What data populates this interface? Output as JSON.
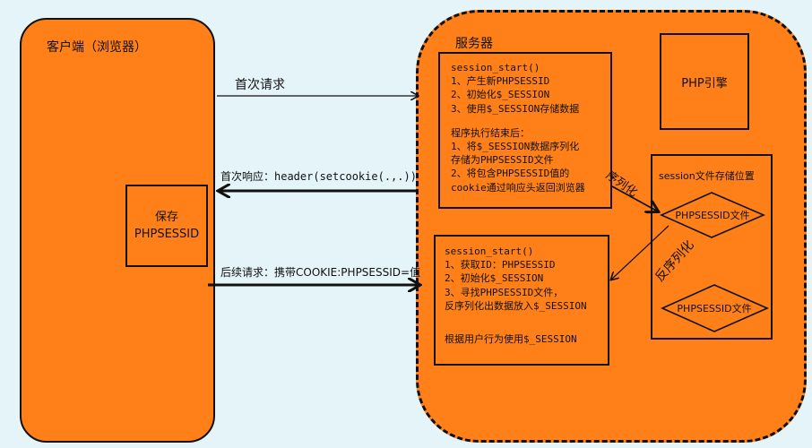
{
  "client": {
    "title": "客户端（浏览器）",
    "store_box": [
      "保存",
      "PHPSESSID"
    ]
  },
  "server": {
    "title": "服务器",
    "engine": "PHP引擎",
    "first_request_box": {
      "lines": [
        "session_start()",
        "1、产生新PHPSESSID",
        "2、初始化$_SESSION",
        "3、使用$_SESSION存储数据"
      ],
      "after_lines": [
        "程序执行结束后：",
        "1、将$_SESSION数据序列化",
        "存储为PHPSESSID文件",
        "2、将包含PHPSESSID值的",
        "cookie通过响应头返回浏览器"
      ]
    },
    "later_request_box": {
      "lines": [
        "session_start()",
        "1、获取ID：PHPSESSID",
        "2、初始化$_SESSION",
        "3、寻找PHPSESSID文件，",
        "反序列化出数据放入$_SESSION"
      ],
      "after_lines": [
        "根据用户行为使用$_SESSION"
      ]
    },
    "storage": {
      "title": "session文件存储位置",
      "file_1": "PHPSESSID文件",
      "file_2": "PHPSESSID文件"
    },
    "serialize_label": "序列化",
    "deserialize_label": "反序列化"
  },
  "arrows": {
    "first_request": "首次请求",
    "first_response": "首次响应：header(setcookie(.,.))",
    "later_request": "后续请求：携带COOKIE:PHPSESSID=值"
  }
}
